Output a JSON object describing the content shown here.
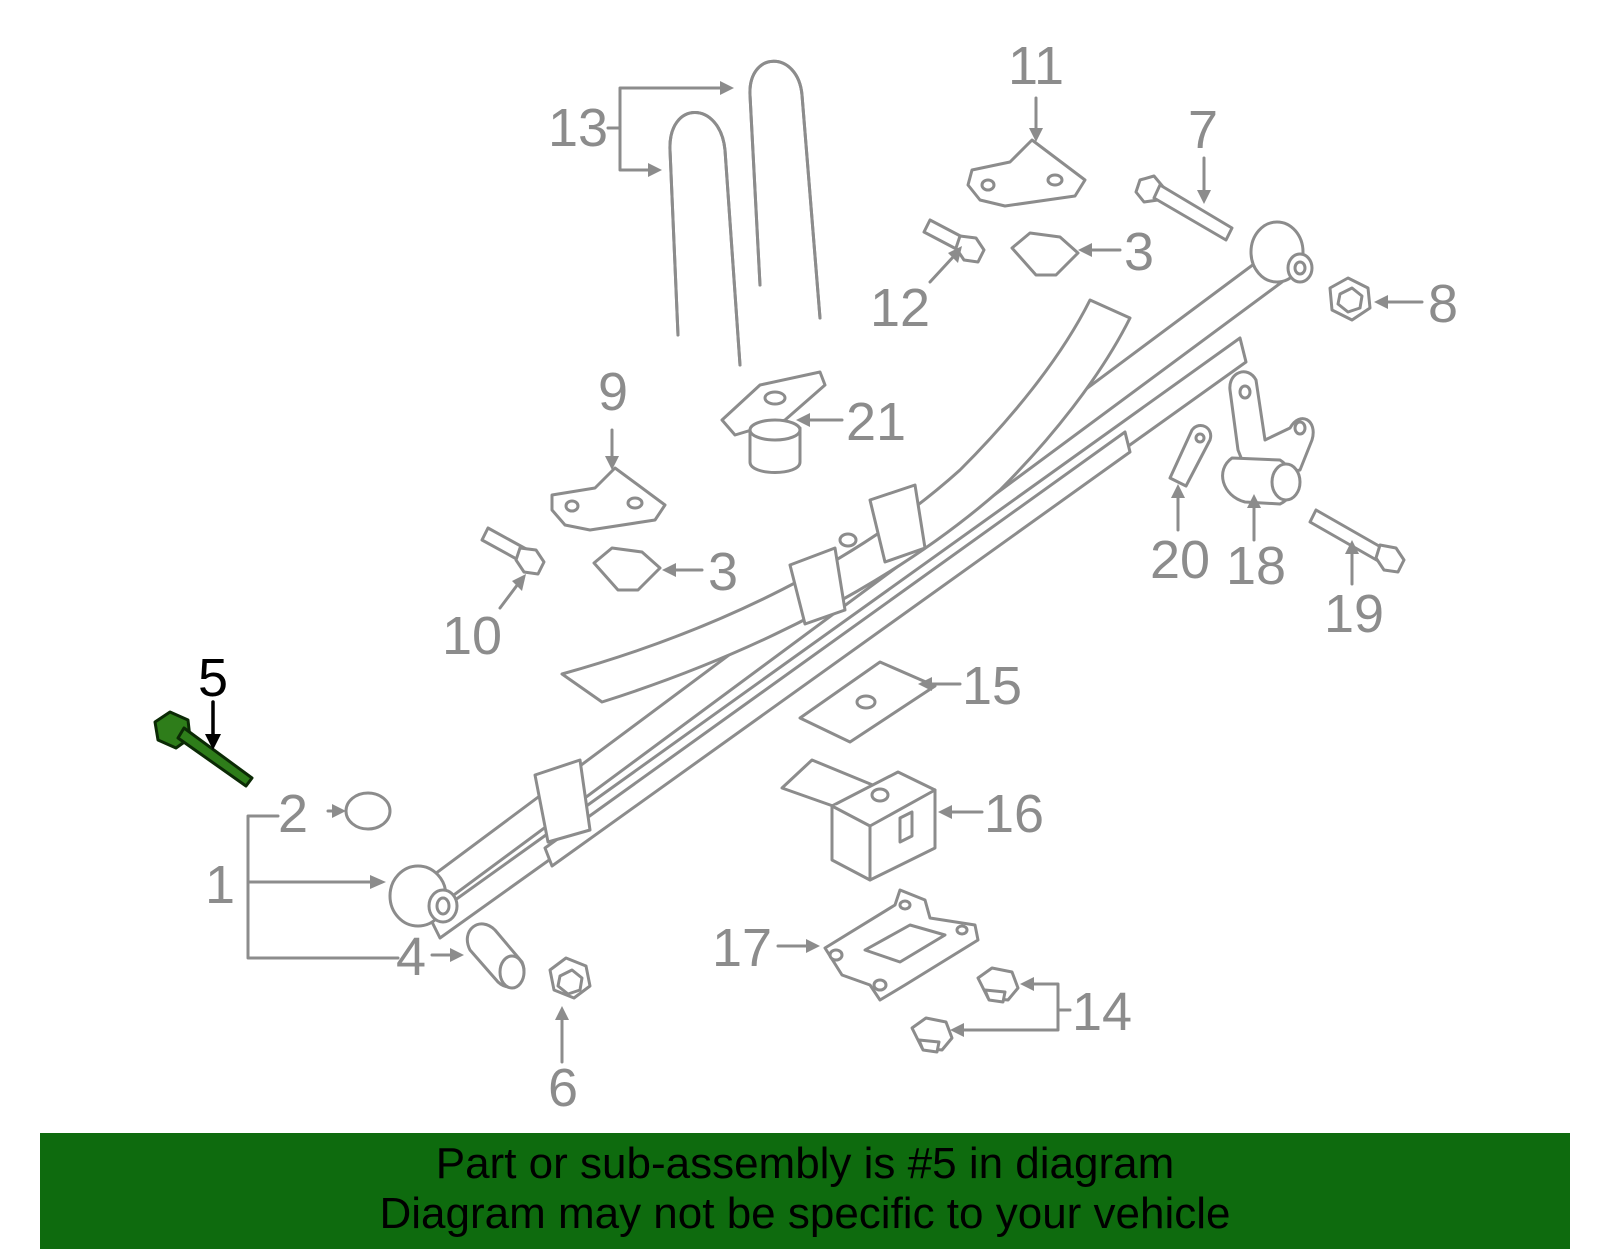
{
  "colors": {
    "banner_background": "#0e6b0e",
    "part_line": "#8c8c8c",
    "highlight_part": "#2e7d1a",
    "highlight_label": "#000000"
  },
  "highlighted_callout": "5",
  "callouts": {
    "c1": "1",
    "c2": "2",
    "c3a": "3",
    "c3b": "3",
    "c4": "4",
    "c5": "5",
    "c6": "6",
    "c7": "7",
    "c8": "8",
    "c9": "9",
    "c10": "10",
    "c11": "11",
    "c12": "12",
    "c13": "13",
    "c14": "14",
    "c15": "15",
    "c16": "16",
    "c17": "17",
    "c18": "18",
    "c19": "19",
    "c20": "20",
    "c21": "21"
  },
  "banner": {
    "line1": "Part or sub-assembly is #5 in diagram",
    "line2": "Diagram may not be specific to your vehicle"
  }
}
